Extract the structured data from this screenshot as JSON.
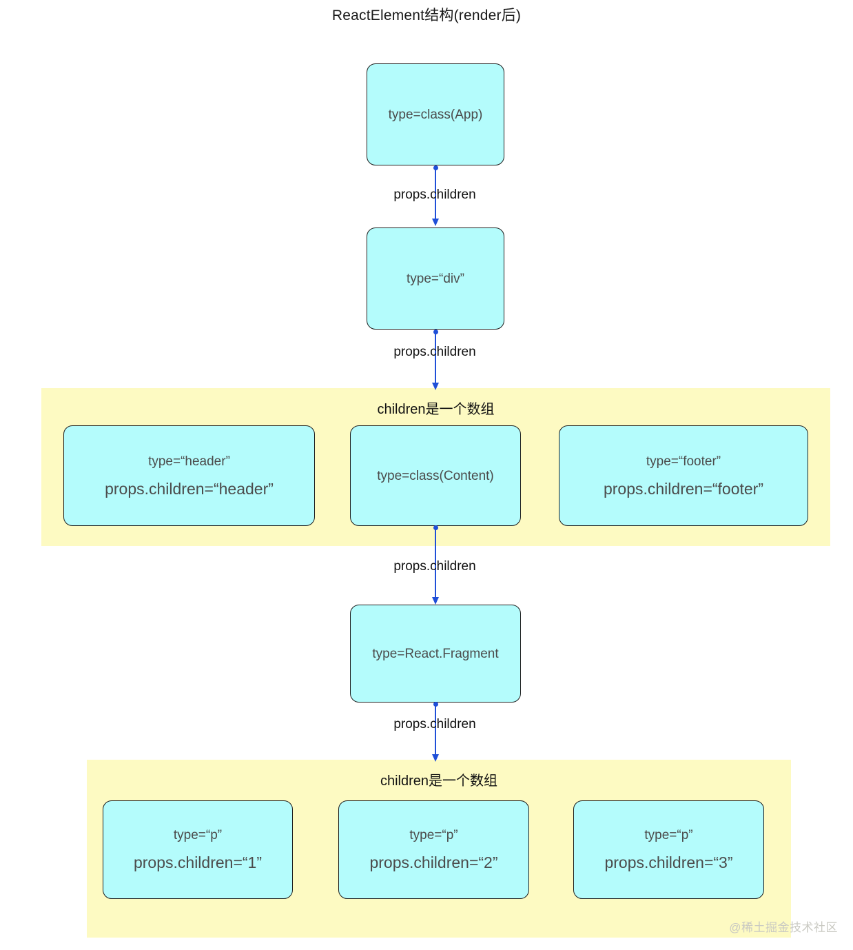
{
  "title": "ReactElement结构(render后)",
  "colors": {
    "node_fill": "#b4fcfc",
    "node_border": "#1d1d1d",
    "node_text": "#4b4b4b",
    "band_fill": "#fdfac2",
    "edge": "#1f4fd8",
    "label_text": "#111111",
    "watermark": "#c9c9c2",
    "background": "#ffffff"
  },
  "nodes": {
    "app": {
      "line1": "type=class(App)"
    },
    "div": {
      "line1": "type=“div”"
    },
    "header": {
      "line1": "type=“header”",
      "line2": "props.children=“header”"
    },
    "content": {
      "line1": "type=class(Content)"
    },
    "footer": {
      "line1": "type=“footer”",
      "line2": "props.children=“footer”"
    },
    "fragment": {
      "line1": "type=React.Fragment"
    },
    "p1": {
      "line1": "type=“p”",
      "line2": "props.children=“1”"
    },
    "p2": {
      "line1": "type=“p”",
      "line2": "props.children=“2”"
    },
    "p3": {
      "line1": "type=“p”",
      "line2": "props.children=“3”"
    }
  },
  "edges": {
    "app_to_div": "props.children",
    "div_to_array1": "props.children",
    "content_to_fragment": "props.children",
    "fragment_to_array2": "props.children"
  },
  "bands": {
    "array1_label": "children是一个数组",
    "array2_label": "children是一个数组"
  },
  "watermark": "@稀土掘金技术社区"
}
